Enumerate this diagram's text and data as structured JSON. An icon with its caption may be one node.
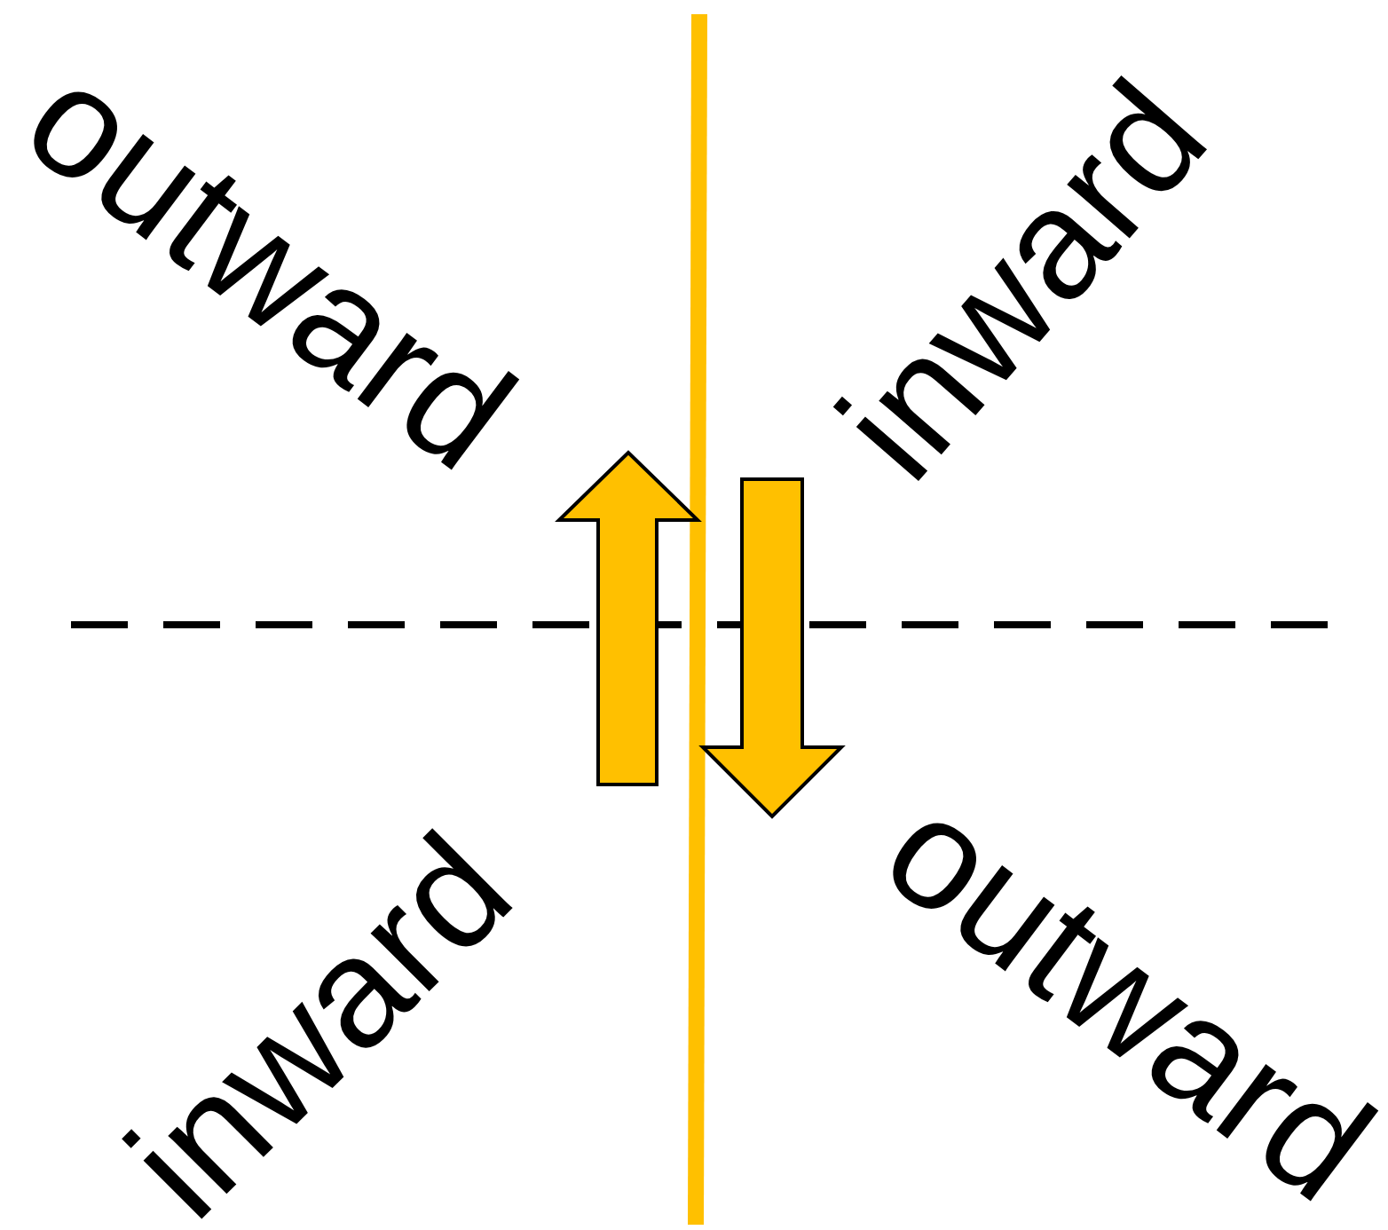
{
  "diagram": {
    "labels": [
      "outward",
      "inward",
      "inward",
      "outward"
    ]
  }
}
